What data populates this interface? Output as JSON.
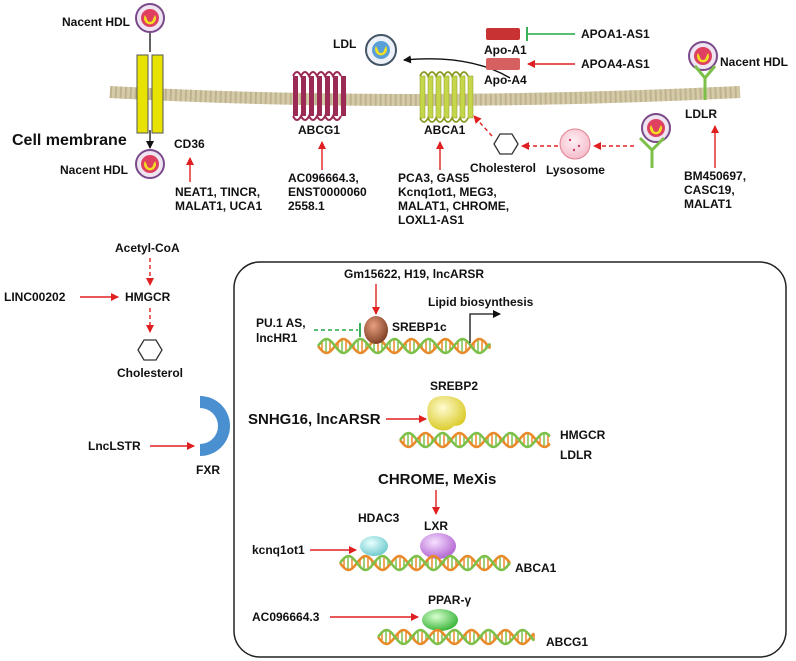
{
  "membrane": {
    "cell_membrane_label": "Cell membrane",
    "nacent_hdl_top": "Nacent HDL",
    "nacent_hdl_bottom": "Nacent HDL",
    "nacent_hdl_right": "Nacent HDL",
    "cd36": "CD36",
    "cd36_regulators": [
      "NEAT1, TINCR,",
      "MALAT1, UCA1"
    ],
    "abcg1": "ABCG1",
    "abcg1_regulators": [
      "AC096664.3,",
      "ENST0000060",
      "2558.1"
    ],
    "abca1": "ABCA1",
    "abca1_regulators": [
      "PCA3, GAS5",
      "Kcnq1ot1, MEG3,",
      "MALAT1, CHROME,",
      "LOXL1-AS1"
    ],
    "ldl": "LDL",
    "apo_a1": "Apo-A1",
    "apo_a4": "Apo-A4",
    "apoa1_as1": "APOA1-AS1",
    "apoa4_as1": "APOA4-AS1",
    "ldlr": "LDLR",
    "ldlr_regulators": [
      "BM450697,",
      "CASC19,",
      "MALAT1"
    ],
    "cholesterol": "Cholesterol",
    "lysosome": "Lysosome"
  },
  "cytoplasm": {
    "acetyl_coa": "Acetyl-CoA",
    "linc00202": "LINC00202",
    "hmgcr": "HMGCR",
    "cholesterol": "Cholesterol",
    "lnclstr": "LncLSTR",
    "fxr": "FXR"
  },
  "nucleus": {
    "srebp1c_regulators": "Gm15622, H19, lncARSR",
    "lipid_biosynthesis": "Lipid biosynthesis",
    "pu1_as": [
      "PU.1 AS,",
      "lncHR1"
    ],
    "srebp1c": "SREBP1c",
    "srebp2": "SREBP2",
    "snhg16": "SNHG16, lncARSR",
    "hmgcr": "HMGCR",
    "ldlr": "LDLR",
    "chrome_mexis": "CHROME, MeXis",
    "hdac3": "HDAC3",
    "lxr": "LXR",
    "kcnq1ot1": "kcnq1ot1",
    "abca1": "ABCA1",
    "ac096664": "AC096664.3",
    "ppar": "PPAR-γ",
    "abcg1": "ABCG1"
  },
  "colors": {
    "arrow_red": "#e02020",
    "inhibit_green": "#22a844",
    "membrane": "#d6cba8",
    "channel_yellow": "#e8e200",
    "abcg1_purple": "#9b2a55",
    "abca1_green": "#c6d64a",
    "apo_red": "#c83232",
    "fxr_blue": "#4a90d0",
    "dna_orange": "#e88a2a",
    "dna_green": "#7cc04a"
  }
}
